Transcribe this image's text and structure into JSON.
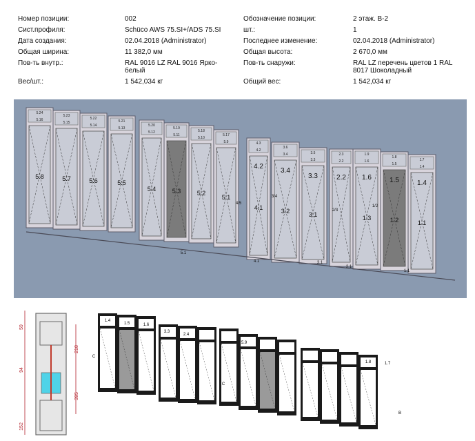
{
  "info": {
    "rows": [
      {
        "label_left": "Номер позиции:",
        "value_left": "002",
        "label_right": "Обозначение позиции:",
        "value_right": "2 этаж. В-2"
      },
      {
        "label_left": "Сист.профиля:",
        "value_left": "Schüco AWS 75.SI+/ADS 75.SI",
        "label_right": "шт.:",
        "value_right": "1"
      },
      {
        "label_left": "Дата создания:",
        "value_left": "02.04.2018 (Administrator)",
        "label_right": "Последнее изменение:",
        "value_right": "02.04.2018 (Administrator)"
      },
      {
        "label_left": "Общая ширина:",
        "value_left": "11 382,0 мм",
        "label_right": "Общая высота:",
        "value_right": "2 670,0 мм"
      },
      {
        "label_left": "Пов-ть внутр.:",
        "value_left": "RAL 9016 LZ RAL 9016 Ярко-\nбелый",
        "label_right": "Пов-ть снаружи:",
        "value_right": "RAL LZ перечень цветов 1 RAL\n8017 Шоколадный"
      },
      {
        "label_left": "Вес/шт.:",
        "value_left": "1 542,034 кг",
        "label_right": "Общий вес:",
        "value_right": "1 542,034 кг"
      }
    ]
  },
  "render3d": {
    "top_labels": [
      "5.24",
      "5.23",
      "5.22",
      "5.21",
      "5.20",
      "5.19",
      "5.18",
      "5.17",
      "4.3",
      "3.6",
      "3.5",
      "2.3",
      "1.9",
      "1.8",
      "1.7"
    ],
    "upper_labels": [
      "5.16",
      "5.15",
      "5.14",
      "5.13",
      "5.12",
      "5.11",
      "5.10",
      "5.9",
      "4.2",
      "3.4",
      "3.3",
      "2.2",
      "1.6",
      "1.5",
      "1.4"
    ],
    "sash_labels": [
      "5.8",
      "5.7",
      "5.6",
      "5.5",
      "5.4",
      "5.3",
      "5.2",
      "5.1",
      "4.1",
      "3.2",
      "3.1",
      "1.3",
      "1.2",
      "1.1"
    ],
    "side_labels": [
      "5.1",
      "4.1",
      "3.1",
      "2.1",
      "1.1",
      "4/5",
      "3/4",
      "2/3",
      "1/2"
    ],
    "colors": {
      "background": "#8a9ab0",
      "frame": "#d8d4dc",
      "glass": "#c9ccd6",
      "shaded": "#7b7b7b"
    }
  },
  "profile": {
    "dims": [
      "59",
      "94",
      "152",
      "218",
      "395"
    ],
    "colors": {
      "frame": "#6b6b6b",
      "insulation": "#4fd3e8"
    }
  },
  "dark": {
    "labels": [
      "1.4",
      "1.5",
      "1.6",
      "3.3",
      "2.4",
      "5.9",
      "1.8",
      "1.7",
      "C",
      "C",
      "B"
    ],
    "colors": {
      "frame": "#1a1a1a",
      "glass": "#ffffff"
    }
  }
}
